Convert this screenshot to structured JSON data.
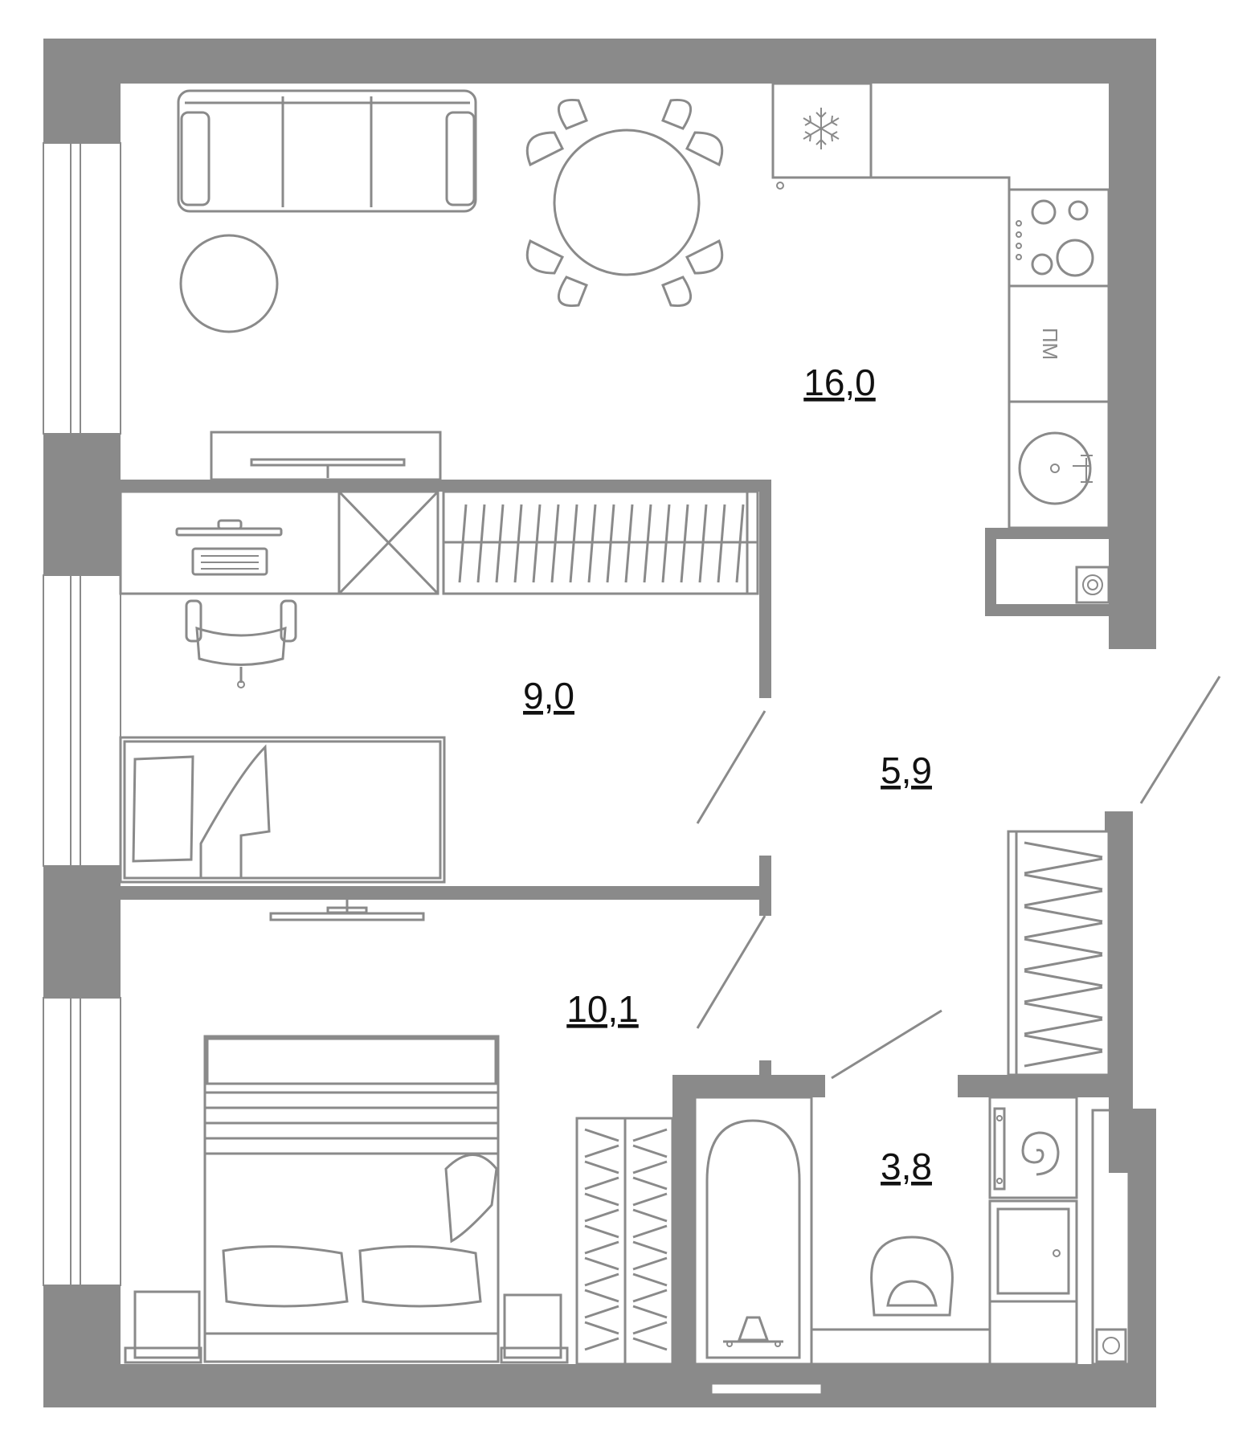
{
  "rooms": [
    {
      "id": "living-kitchen",
      "area": "16,0"
    },
    {
      "id": "bedroom-small",
      "area": "9,0"
    },
    {
      "id": "hallway",
      "area": "5,9"
    },
    {
      "id": "bedroom-large",
      "area": "10,1"
    },
    {
      "id": "bathroom",
      "area": "3,8"
    }
  ],
  "labels": {
    "dishwasher": "ПМ"
  },
  "colors": {
    "wall": "#8a8a8a",
    "furniture": "#8a8a8a",
    "text": "#111111",
    "background": "#ffffff"
  },
  "icons": [
    "snowflake-icon",
    "spiral-icon"
  ]
}
